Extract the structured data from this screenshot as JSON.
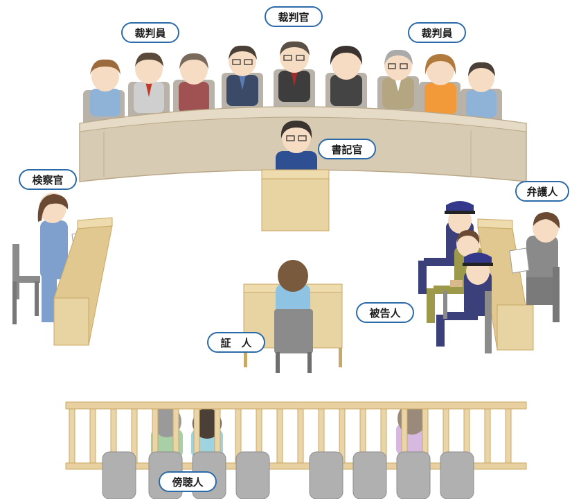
{
  "labels": {
    "judge": "裁判官",
    "lay_judge_left": "裁判員",
    "lay_judge_right": "裁判員",
    "clerk": "書記官",
    "prosecutor": "検察官",
    "defense_lawyer": "弁護人",
    "defendant": "被告人",
    "witness": "証　人",
    "audience": "傍聴人"
  },
  "colors": {
    "wood_light": "#e8d4a3",
    "wood_mid": "#d9bc80",
    "wood_dark": "#c9a865",
    "bench_stone": "#d8cbb3",
    "bench_stone_dark": "#c4b498",
    "label_border": "#2b6aa8",
    "chair": "#8b8b8b",
    "rail": "#e2c99a"
  }
}
